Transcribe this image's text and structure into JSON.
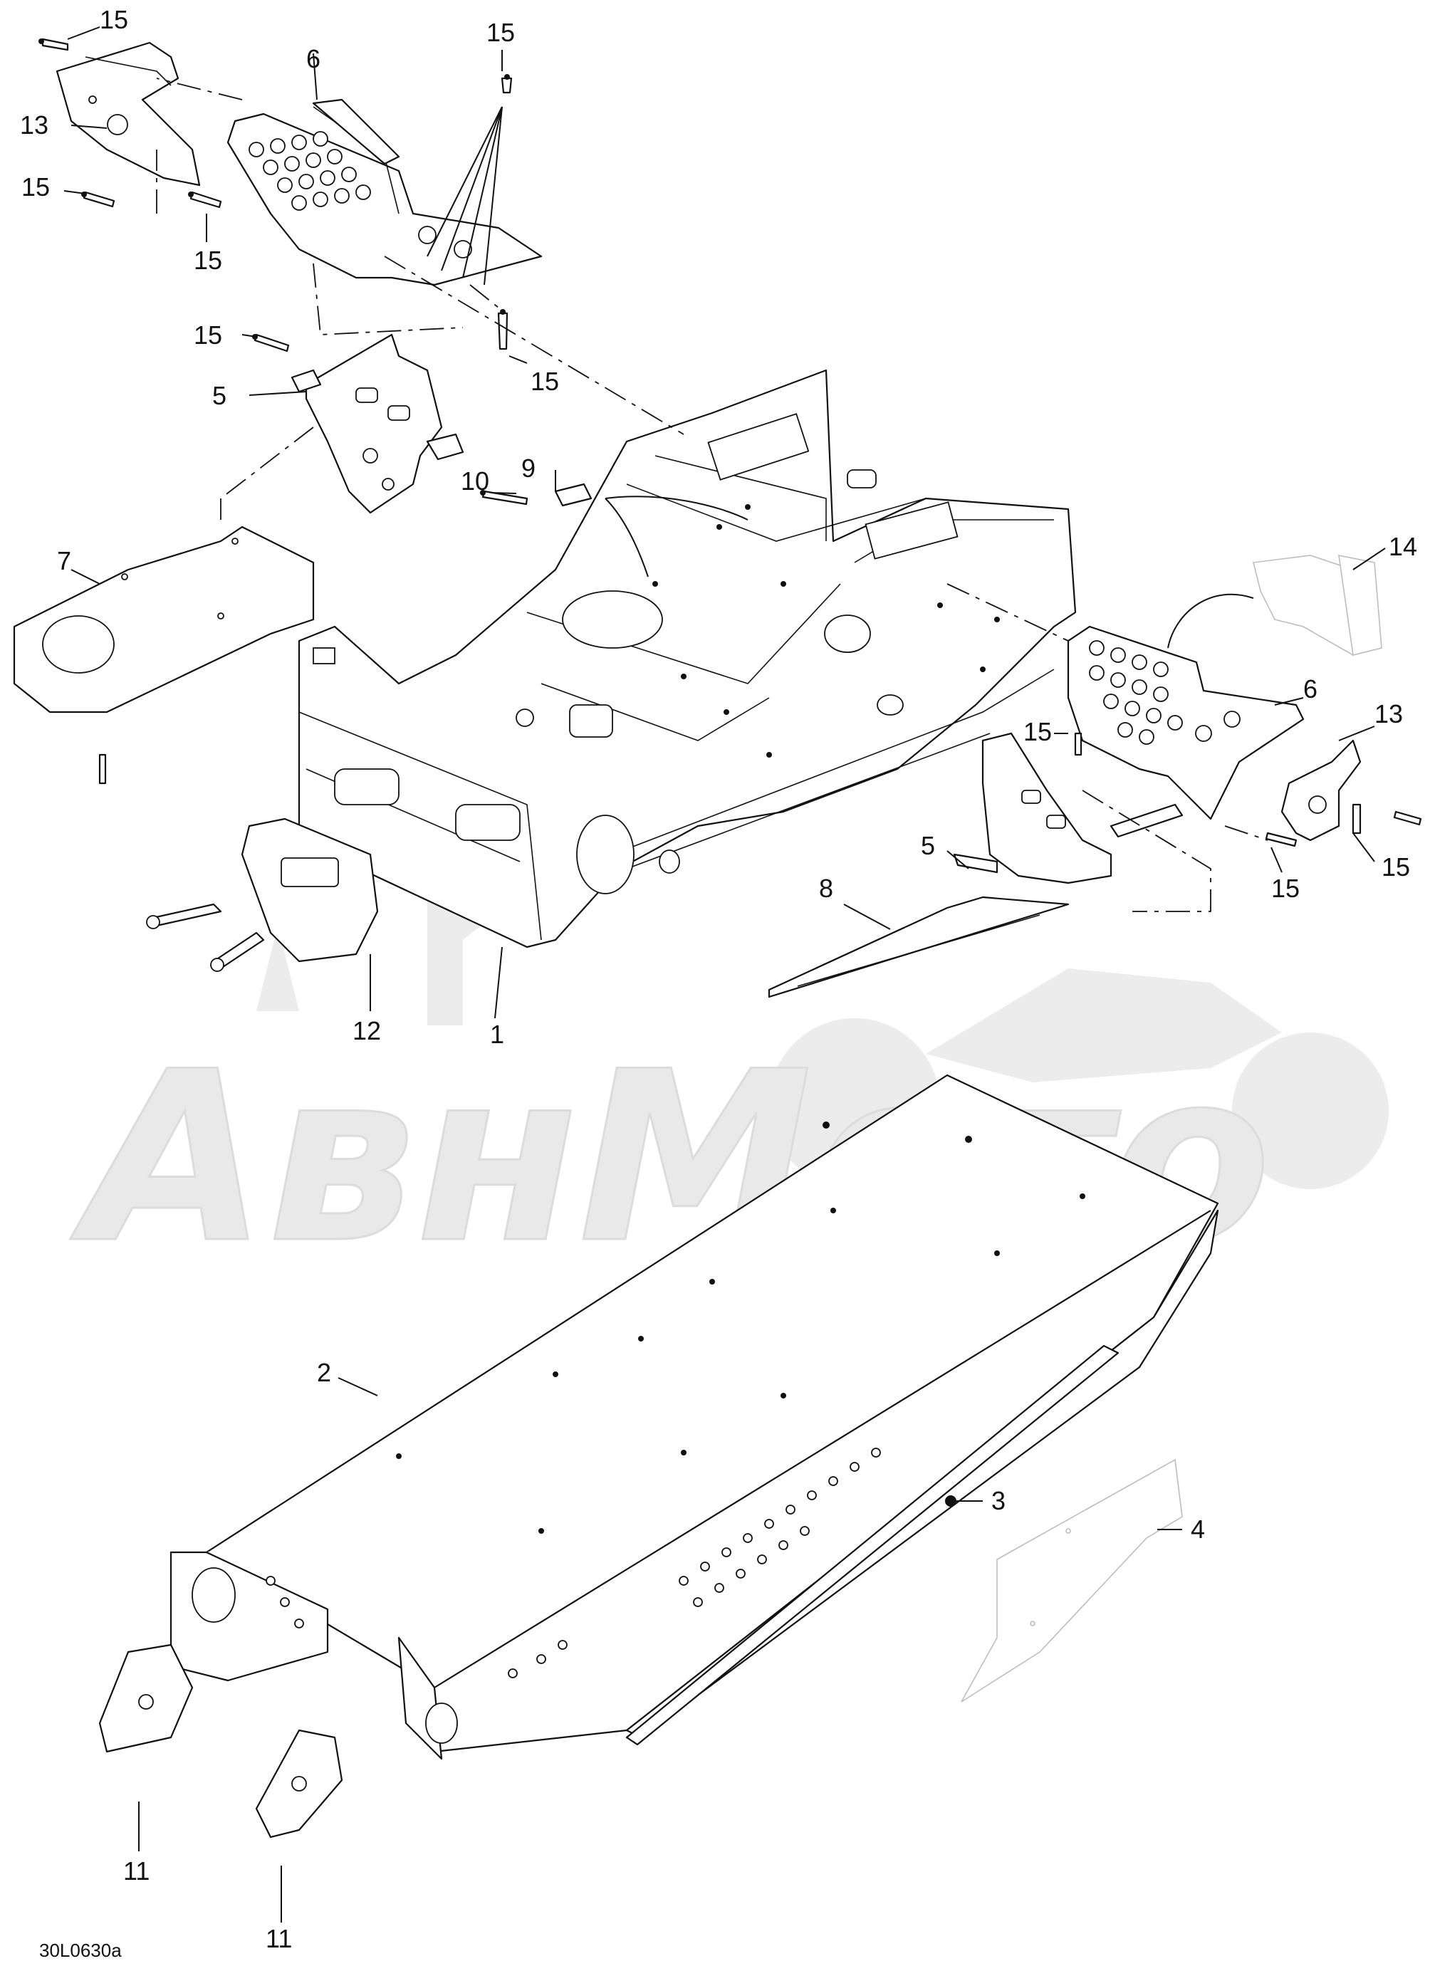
{
  "drawing": {
    "code": "30L0630a",
    "watermark": "АвнМото",
    "part_colors": {
      "line": "#111111",
      "watermark": "#e9e9e9",
      "background": "#ffffff"
    }
  },
  "callouts": {
    "c15_top_left": "15",
    "c13_top_left": "13",
    "c15_left_mid": "15",
    "c15_left_lower": "15",
    "c6_top": "6",
    "c15_top_right": "15",
    "c15_mid_left": "15",
    "c5_left": "5",
    "c15_mid_right": "15",
    "c9": "9",
    "c10": "10",
    "c7": "7",
    "c14": "14",
    "c6_right": "6",
    "c13_right": "13",
    "c15_right_a": "15",
    "c15_right_b": "15",
    "c15_right_c": "15",
    "c5_right": "5",
    "c8": "8",
    "c12": "12",
    "c1": "1",
    "c2": "2",
    "c3": "3",
    "c4": "4",
    "c11_a": "11",
    "c11_b": "11"
  }
}
